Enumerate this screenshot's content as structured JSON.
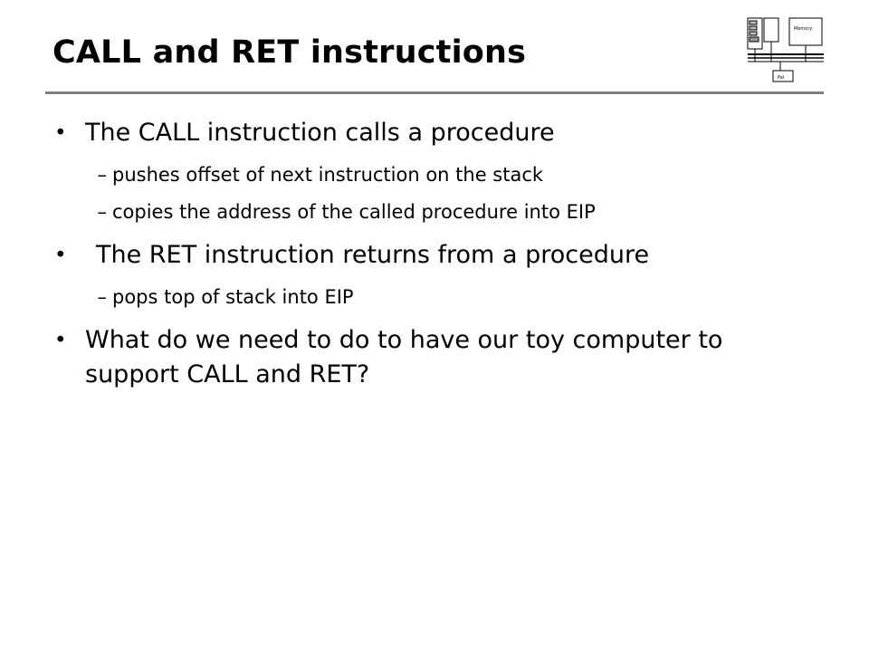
{
  "slide": {
    "title": "CALL and RET instructions"
  },
  "bullets": [
    {
      "text": "The CALL instruction calls a procedure",
      "subs": [
        "pushes offset of next instruction on the stack",
        "copies the address of the called procedure into EIP"
      ]
    },
    {
      "text": "The RET instruction returns from a procedure",
      "subs": [
        "pops top of stack into EIP"
      ]
    },
    {
      "text": "What do we need to do to have our toy computer to support CALL and RET?",
      "subs": []
    }
  ],
  "markers": {
    "bullet": "•",
    "dash": "–"
  },
  "thumbnail": {
    "icon": "architecture-diagram-icon",
    "memory_label": "Memory",
    "bottom_label": "Pal"
  }
}
